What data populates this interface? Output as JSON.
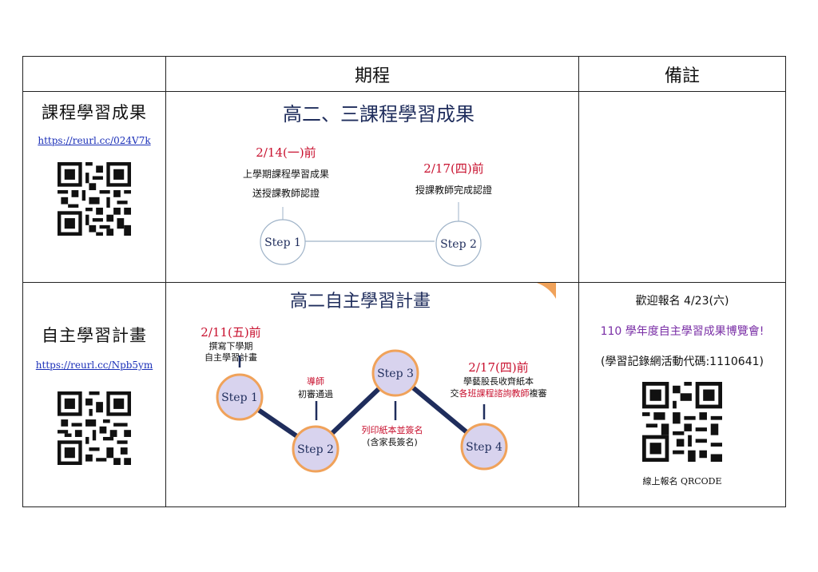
{
  "table": {
    "header": {
      "col_schedule": "期程",
      "col_remarks": "備註"
    },
    "row1": {
      "title": "課程學習成果",
      "link": "https://reurl.cc/024V7k",
      "slide": {
        "title": "高二、三課程學習成果",
        "step1_date": "2/14(一)前",
        "step1_line1": "上學期課程學習成果",
        "step1_line2": "送授課教師認證",
        "step2_date": "2/17(四)前",
        "step2_line1": "授課教師完成認證",
        "step1_label": "Step 1",
        "step2_label": "Step 2"
      }
    },
    "row2": {
      "title": "自主學習計畫",
      "link": "https://reurl.cc/Npb5ym",
      "slide": {
        "title": "高二自主學習計畫",
        "s1_date": "2/11(五)前",
        "s1_line1": "撰寫下學期",
        "s1_line2": "自主學習計畫",
        "s2_role": "導師",
        "s2_text": "初審通過",
        "s3_line1": "列印紙本並簽名",
        "s3_line2": "(含家長簽名)",
        "s4_date": "2/17(四)前",
        "s4_line1": "學藝股長收齊紙本",
        "s4_pre": "交",
        "s4_red": "各班課程諮詢教師",
        "s4_post": "複審",
        "step1_label": "Step 1",
        "step2_label": "Step 2",
        "step3_label": "Step 3",
        "step4_label": "Step 4"
      },
      "remarks": {
        "line1": "歡迎報名 4/23(六)",
        "line2": "110 學年度自主學習成果博覽會!",
        "line3": "(學習記錄網活動代碼:1110641)",
        "qr_caption": "線上報名 QRCODE"
      }
    }
  },
  "colors": {
    "red": "#c8102e",
    "navy": "#1f2d5c",
    "purple": "#7a2fa6",
    "circle_fill": "#d8d3ee",
    "circle_ring": "#f0a25a"
  }
}
